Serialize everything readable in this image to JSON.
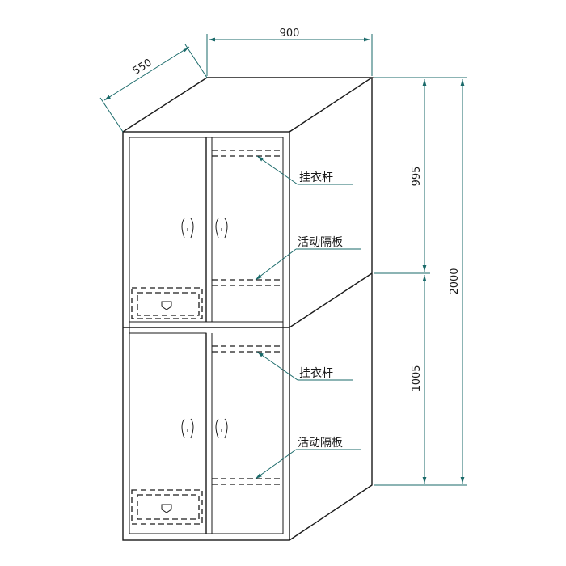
{
  "dimensions": {
    "depth": "550",
    "width": "900",
    "height_total": "2000",
    "height_upper": "995",
    "height_lower": "1005"
  },
  "labels": {
    "upper_rod": "挂衣杆",
    "upper_shelf": "活动隔板",
    "lower_rod": "挂衣杆",
    "lower_shelf": "活动隔板"
  },
  "colors": {
    "line": "#1a1a1a",
    "dimension": "#1a6a6a"
  }
}
